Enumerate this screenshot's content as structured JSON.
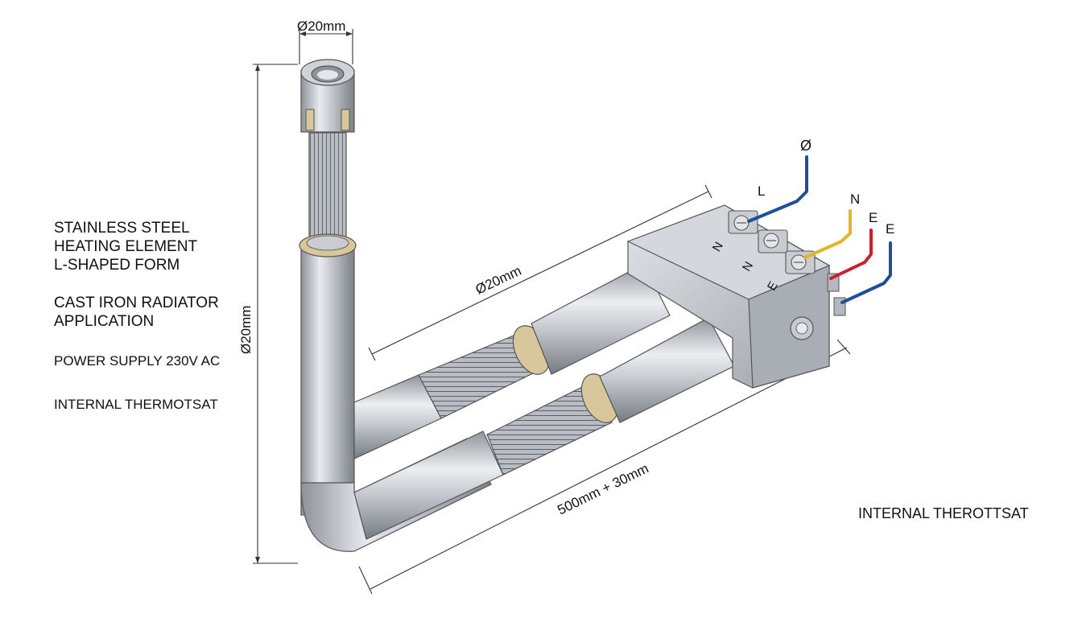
{
  "specs": {
    "line1": "STAINLESS STEEL",
    "line2": "HEATING ELEMENT",
    "line3": "L-SHAPED FORM",
    "line4": "CAST IRON RADIATOR",
    "line5": "APPLICATION",
    "power": "POWER SUPPLY 230V AC",
    "thermostat": "INTERNAL THERMOTSAT"
  },
  "dimensions": {
    "top_diameter": "Ø20mm",
    "vertical_length": "Ø20mm",
    "upper_diagonal": "Ø20mm",
    "lower_length": "500mm + 30mm"
  },
  "terminals": {
    "wire_top": "Ø",
    "wire_l": "L",
    "wire_n": "N",
    "wire_e1": "E",
    "wire_e2": "E",
    "block_n": "N",
    "block_mid": "N",
    "block_e": "E"
  },
  "note_right": "INTERNAL THEROTTSAT",
  "colors": {
    "blue_wire": "#1f4e9c",
    "yellow_wire": "#e2b52a",
    "red_wire": "#c8212b",
    "steel": "#b8bcc2",
    "brass_collar": "#d9c9a0"
  }
}
